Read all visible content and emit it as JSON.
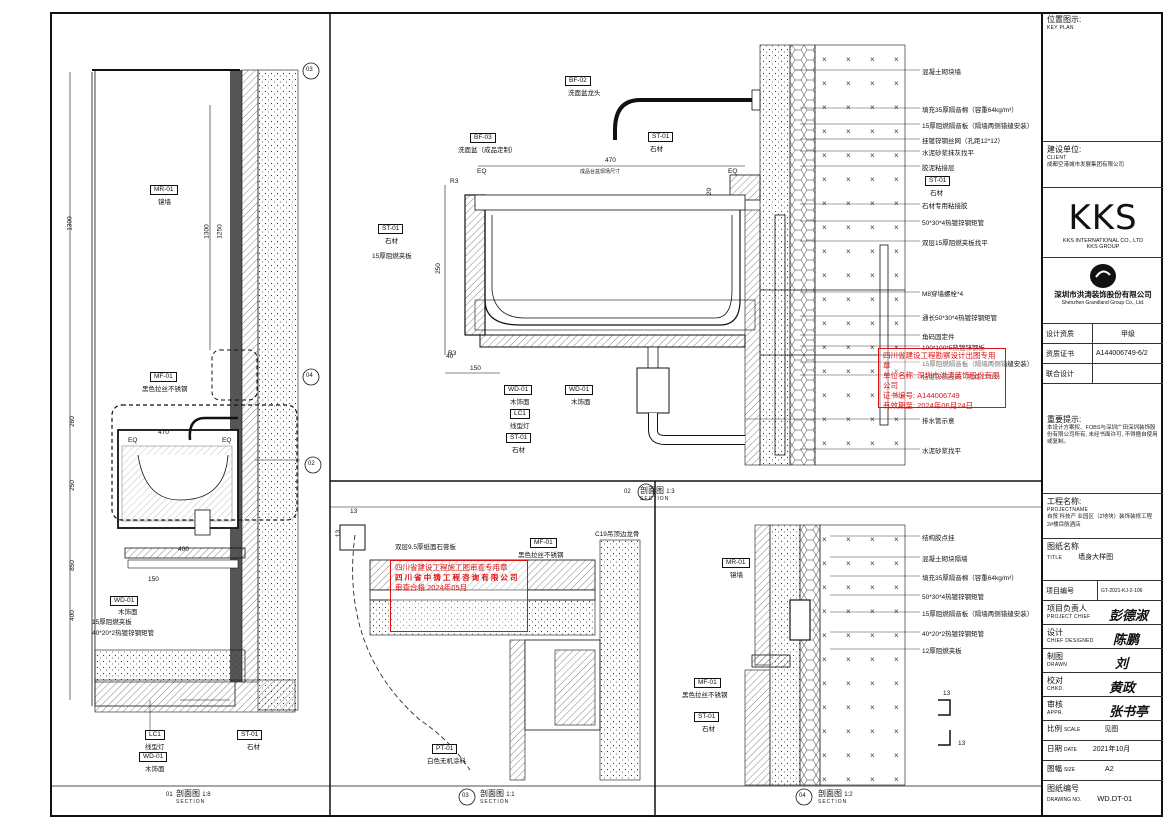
{
  "sheet": {
    "key_plan_cn": "位置图示:",
    "key_plan_en": "KEY PLAN",
    "client_cn": "建设单位:",
    "client_en": "CLIENT",
    "client_name": "成都空港城市发展集团有限公司",
    "brand": "KKS",
    "brand_sub1": "KKS INTERNATIONAL CO., LTD",
    "brand_sub2": "KKS GROUP",
    "company_cn": "深圳市洪涛装饰股份有限公司",
    "company_en": "Shenzhen Grandland Group Co., Ltd.",
    "qual_label": "设计资质",
    "qual_value": "甲级",
    "cert_label": "资质证书",
    "cert_value": "A144006749-6/2",
    "joint_label": "联合设计",
    "notice_title": "重要提示:",
    "notice_text": "本设计方案权、FOBS与深圳广田深圳装饰股份有限公司所有, 未经书面许可, 不得擅自使用或复制。",
    "project_cn": "工程名称:",
    "project_en": "PROJECTNAME",
    "project_name": "自贸 科技产 业园区（2地块）装饰装修工程 2#楼目航酒店",
    "title_cn": "图纸名称",
    "title_en": "TITLE",
    "title_value": "墙身大样图",
    "num_label_cn": "项目编号",
    "num_value": "GT-2021-KJ-2-106",
    "chief_cn": "项目负责人",
    "chief_en": "PROJECT CHIEF",
    "design_cn": "设计",
    "design_en": "CHIEF DESIGNED",
    "drawn_cn": "制图",
    "drawn_en": "DRAWN",
    "checked_cn": "校对",
    "checked_en": "CHKD.",
    "appr_cn": "审核",
    "appr_en": "APPR.",
    "scale_cn": "比例",
    "scale_en": "SCALE",
    "scale_value": "见图",
    "date_cn": "日期",
    "date_en": "DATE",
    "date_value": "2021年10月",
    "size_cn": "图幅",
    "size_en": "SIZE",
    "size_value": "A2",
    "dwgno_cn": "图纸编号",
    "dwgno_en": "DRAWING NO.",
    "dwgno_value": "WD.DT-01"
  },
  "sections": [
    {
      "num": "01",
      "title": "剖面图",
      "en": "SECTION",
      "scale": "1:8"
    },
    {
      "num": "02",
      "title": "剖面图",
      "en": "SECTION",
      "scale": "1:3"
    },
    {
      "num": "03",
      "title": "剖面图",
      "en": "SECTION",
      "scale": "1:1"
    },
    {
      "num": "04",
      "title": "剖面图",
      "en": "SECTION",
      "scale": "1:2"
    }
  ],
  "s01": {
    "dims": [
      "1300",
      "1300",
      "1250",
      "260",
      "250",
      "850",
      "400"
    ],
    "tags": [
      {
        "code": "MR-01",
        "text": "镜墙"
      },
      {
        "code": "MF-01",
        "text": "黑色拉丝不锈钢"
      },
      {
        "code": "WD-01",
        "text": "木饰面"
      },
      {
        "code": "LC1",
        "text": "线型灯"
      },
      {
        "code": "ST-01",
        "text": "石材"
      },
      {
        "code": "WD-01",
        "text": "木饰面"
      }
    ],
    "notes": [
      "15厚阻燃夹板",
      "40*20*2热镀锌钢矩管"
    ],
    "w470": "470",
    "w400": "400",
    "w150": "150",
    "circles": [
      "03",
      "04",
      "02"
    ],
    "eq": "EQ"
  },
  "s02": {
    "tags": [
      {
        "code": "BF-02",
        "text": "洗面盆龙头"
      },
      {
        "code": "BF-03",
        "text": "洗面盆（成品定制）"
      },
      {
        "code": "ST-01",
        "text": "石材"
      },
      {
        "code": "ST-01",
        "text": "石材"
      },
      {
        "code": "ST-01",
        "text": "石材"
      },
      {
        "code": "WD-01",
        "text": "木饰面"
      },
      {
        "code": "WD-01",
        "text": "木饰面"
      },
      {
        "code": "LC1",
        "text": "线型灯"
      },
      {
        "code": "ST-01",
        "text": "石材"
      }
    ],
    "dims": [
      "470",
      "250",
      "150",
      "40",
      "20",
      "R3",
      "R3"
    ],
    "eq": "EQ",
    "basin_note": "成品台盆现场尺寸",
    "left_note": "15厚阻燃夹板",
    "right_notes": [
      "混凝土砌块墙",
      "填充35厚隔音棉（容重64kg/m³）",
      "15厚阻燃隔音板（隔墙两侧错缝安装）",
      "挂镀锌钢丝网（孔距12*12）",
      "水泥砂浆抹灰找平",
      "胶泥粘接层",
      "石材专用粘接胶",
      "50*30*4热镀锌钢矩管",
      "双层15厚阻燃夹板找平",
      "M8穿墙螺栓*4",
      "通长50*30*4热镀锌钢矩管",
      "角码固定件",
      "100*100*5热镀锌钢板",
      "15厚阻燃隔音板（隔墙两侧错缝安装）",
      "挂镀锌钢丝网（孔距12*12）",
      "排水管示意",
      "水泥砂浆找平"
    ]
  },
  "s03": {
    "notes": [
      "双层9.5厚纸面石膏板",
      "C19吊顶边龙骨"
    ],
    "tags": [
      {
        "code": "MF-01",
        "text": "黑色拉丝不锈钢"
      },
      {
        "code": "PT-01",
        "text": "白色无机涂料"
      }
    ],
    "dims": [
      "13",
      "13"
    ]
  },
  "s04": {
    "tags": [
      {
        "code": "MR-01",
        "text": "镜墙"
      },
      {
        "code": "MF-01",
        "text": "黑色拉丝不锈钢"
      },
      {
        "code": "ST-01",
        "text": "石材"
      }
    ],
    "notes": [
      "结构胶点挂",
      "混凝土砌块隔墙",
      "填充35厚隔音棉（容重64kg/m³）",
      "50*30*4热镀锌钢矩管",
      "15厚阻燃隔音板（隔墙两侧错缝安装）",
      "40*20*2热镀锌钢矩管",
      "12厚阻燃夹板"
    ],
    "dims": [
      "13",
      "13"
    ]
  },
  "stamps": {
    "a": [
      "四川省建设工程勘察设计出图专用章",
      "单位名称: 深圳市洪涛装饰股份有限公司",
      "证书编号: A144006749",
      "有效期至: 2024年06月24日"
    ],
    "b": [
      "四川省建设工程施工图审查专用章",
      "四 川 省 中 铸 工 程 咨 询 有 限 公 司",
      "审查合格 2024年05月"
    ]
  }
}
